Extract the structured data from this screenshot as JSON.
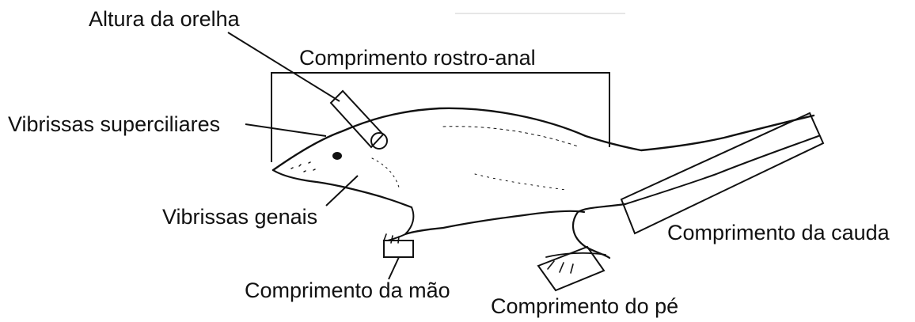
{
  "labels": {
    "ear_height": "Altura da orelha",
    "head_body_length": "Comprimento rostro-anal",
    "superciliary_vibrissae": "Vibrissas superciliares",
    "genal_vibrissae": "Vibrissas genais",
    "tail_length": "Comprimento da cauda",
    "hand_length": "Comprimento da mão",
    "foot_length": "Comprimento do pé"
  }
}
